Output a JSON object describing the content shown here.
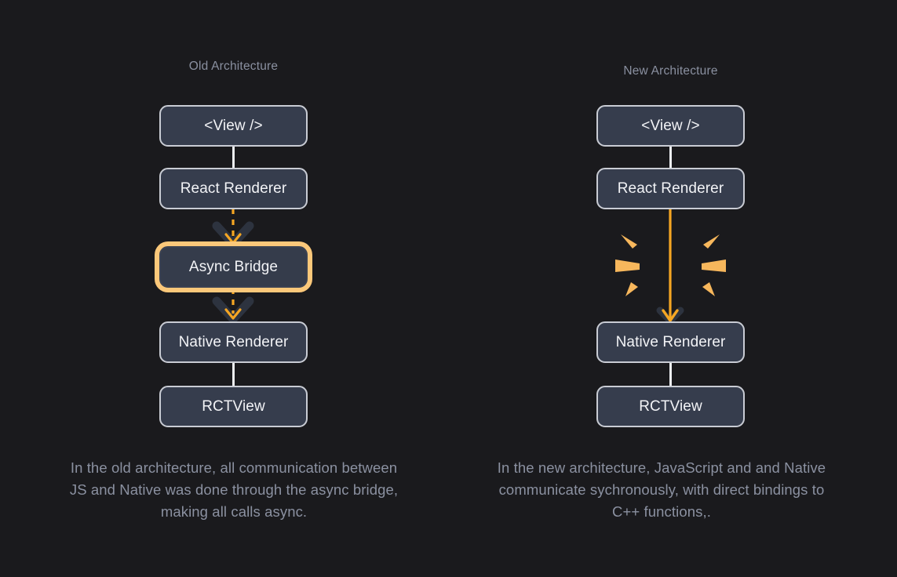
{
  "page": {
    "background_color": "#1a1a1d",
    "accent_color": "#f5a623",
    "highlight_ring_color": "#fbc87a",
    "box_fill_color": "#363d4d",
    "box_border_color": "#c9ccd4",
    "muted_text_color": "#8b91a1",
    "node_text_color": "#f2f3f6"
  },
  "columns": {
    "old": {
      "title": "Old Architecture",
      "nodes": [
        {
          "label": "<View />",
          "name": "view"
        },
        {
          "label": "React Renderer",
          "name": "react-renderer"
        },
        {
          "label": "Async Bridge",
          "name": "async-bridge",
          "highlighted": true
        },
        {
          "label": "Native Renderer",
          "name": "native-renderer"
        },
        {
          "label": "RCTView",
          "name": "rctview"
        }
      ],
      "caption": "In the old architecture, all communication between JS and Native was done through the async bridge, making all calls async."
    },
    "new": {
      "title": "New Architecture",
      "nodes": [
        {
          "label": "<View />",
          "name": "view"
        },
        {
          "label": "React Renderer",
          "name": "react-renderer"
        },
        {
          "label": "Native Renderer",
          "name": "native-renderer"
        },
        {
          "label": "RCTView",
          "name": "rctview"
        }
      ],
      "caption": "In the new architecture, JavaScript and and Native communicate sychronously, with direct bindings to C++ functions,."
    }
  }
}
